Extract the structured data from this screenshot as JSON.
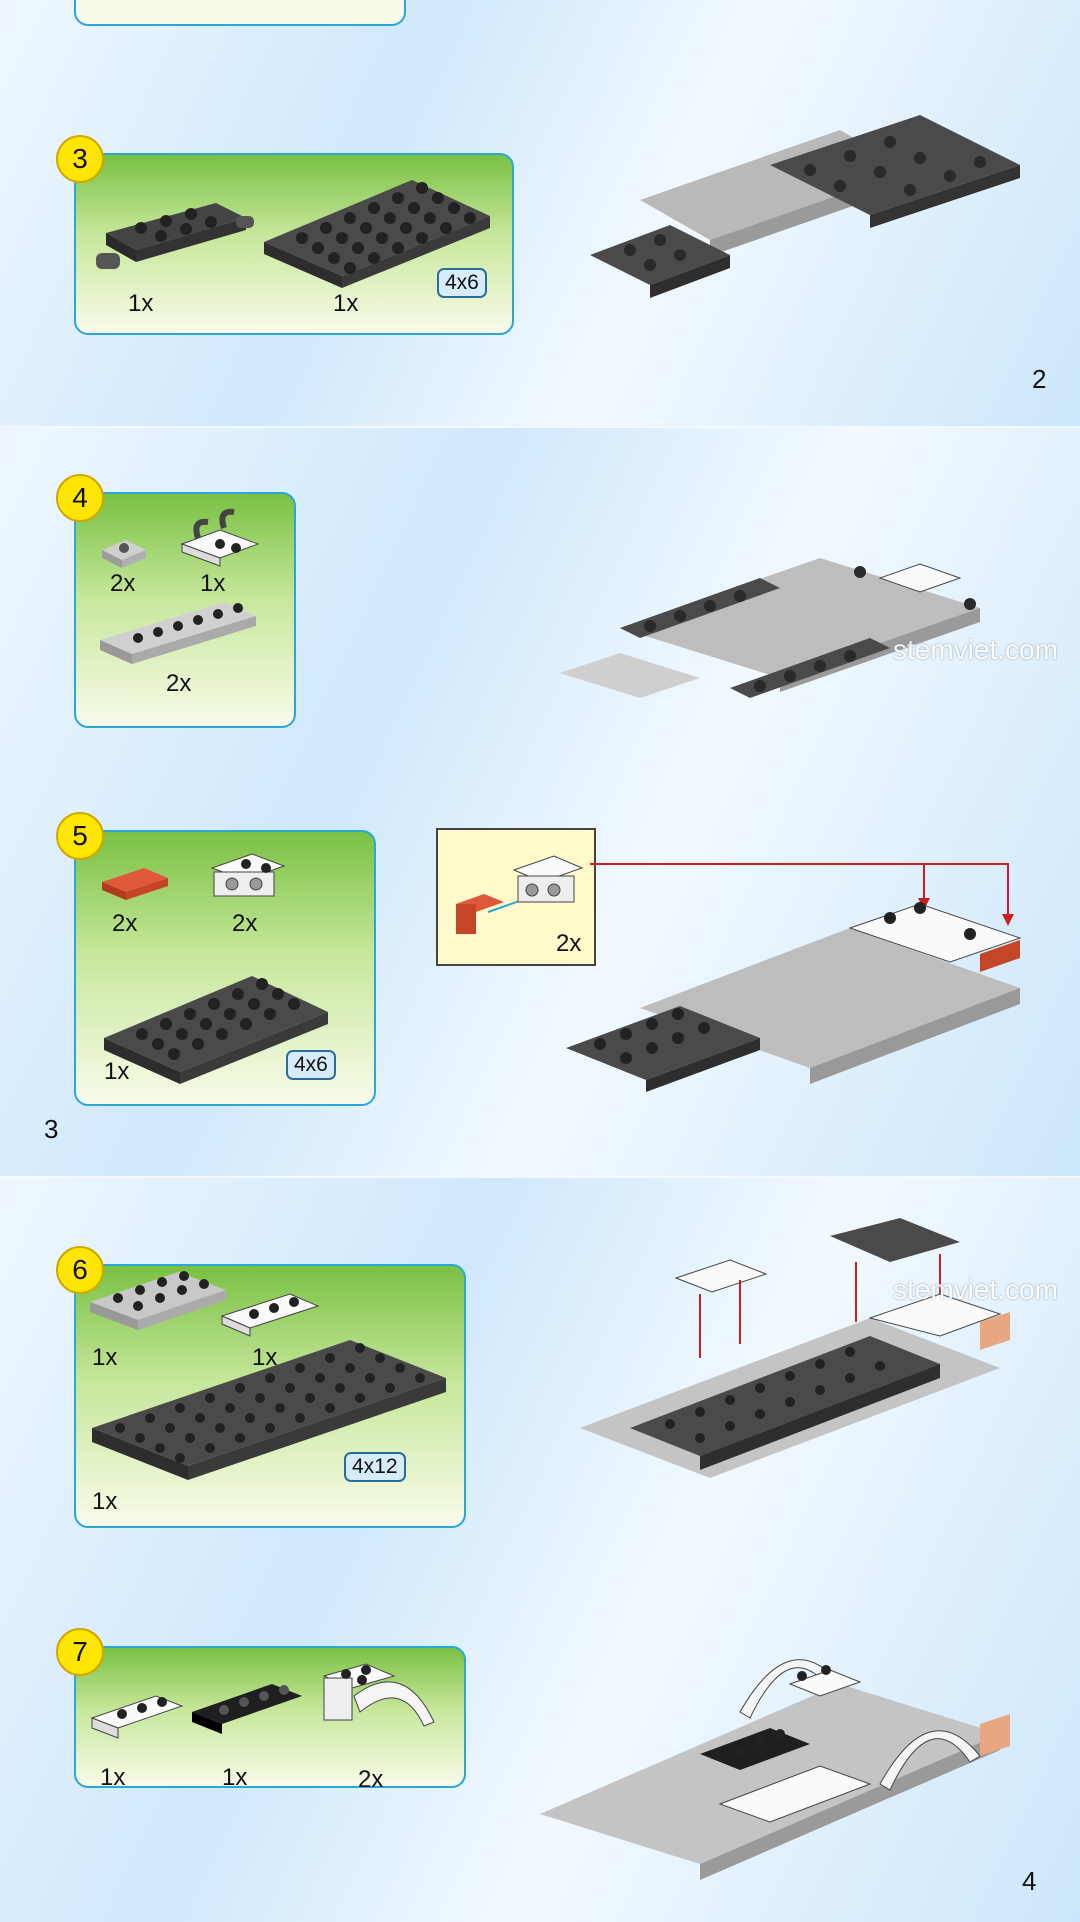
{
  "watermark": "stemviet.com",
  "page_numbers": {
    "p2": "2",
    "p3": "3",
    "p4": "4"
  },
  "steps": [
    {
      "number": "3",
      "parts": [
        {
          "qty": "1x"
        },
        {
          "qty": "1x",
          "size": "4x6"
        }
      ]
    },
    {
      "number": "4",
      "parts": [
        {
          "qty": "2x"
        },
        {
          "qty": "1x"
        },
        {
          "qty": "2x"
        }
      ]
    },
    {
      "number": "5",
      "parts": [
        {
          "qty": "2x"
        },
        {
          "qty": "2x"
        },
        {
          "qty": "1x",
          "size": "4x6"
        }
      ],
      "inset_qty": "2x"
    },
    {
      "number": "6",
      "parts": [
        {
          "qty": "1x"
        },
        {
          "qty": "1x"
        },
        {
          "qty": "1x",
          "size": "4x12"
        }
      ]
    },
    {
      "number": "7",
      "parts": [
        {
          "qty": "1x"
        },
        {
          "qty": "1x"
        },
        {
          "qty": "2x"
        }
      ]
    }
  ],
  "colors": {
    "accent_border": "#2aa6d9",
    "step_badge": "#ffe600",
    "part_dark": "#3a3a3a",
    "part_light": "#c8c8c8",
    "part_orange": "#d0502a",
    "arrow_red": "#cc1f1f"
  }
}
